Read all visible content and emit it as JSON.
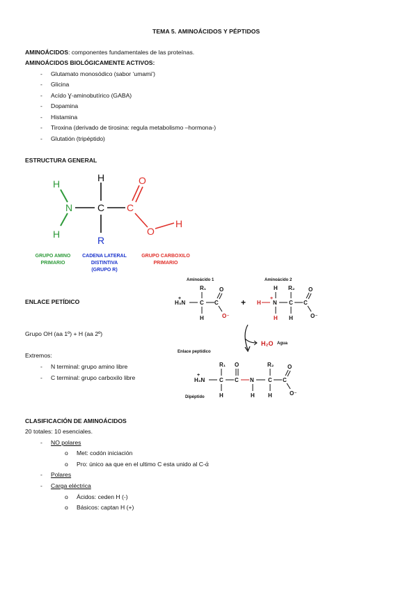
{
  "doc": {
    "title": "TEMA 5. AMINOÁCIDOS Y PÉPTIDOS",
    "def_term": "AMINOÁCIDOS",
    "def_text": ": componentes fundamentales de las proteínas.",
    "bio_heading": "AMINOÁCIDOS BIOLÓGICAMENTE ACTIVOS:",
    "bio_items": [
      "Glutamato monosódico (sabor ‘umami’)",
      "Glicina",
      "Acído Ɣ-aminobutírico (GABA)",
      "Dopamina",
      "Histamina",
      "Tiroxina (derivado de tirosina: regula metabolismo –hormona-)",
      "Glutatión (tripéptido)"
    ],
    "struct_heading": "ESTRUCTURA GENERAL",
    "enlace_heading": "ENLACE PETÍDICO",
    "enlace_text": "Grupo OH (aa 1º) + H (aa 2º)",
    "extremos_label": "Extremos:",
    "extremos_items": [
      "N terminal: grupo amino libre",
      "C terminal: grupo carboxilo libre"
    ],
    "clasif_heading": "CLASIFICACIÓN DE AMINOÁCIDOS",
    "clasif_sub": "20 totales: 10 esenciales.",
    "clasif_items": [
      "NO polares",
      "Polares",
      "Carga eléctrica"
    ],
    "nopolar_sub": [
      "Met: codón iniciación",
      "Pro: único aa que en el ultimo C esta unido al C-ά"
    ],
    "carga_sub": [
      "Ácidos: ceden H (-)",
      "Básicos: captan H (+)"
    ],
    "dash": "-",
    "bullet": "o"
  },
  "structure": {
    "atoms": {
      "H": "H",
      "N": "N",
      "C": "C",
      "R": "R",
      "O": "O"
    },
    "label_amino": [
      "GRUPO AMINO",
      "PRIMARIO"
    ],
    "label_cadena": [
      "CADENA LATERAL",
      "DISTINTIVA",
      "(GRUPO R)"
    ],
    "label_carboxilo": [
      "GRUPO CARBOXILO",
      "PRIMARIO"
    ],
    "colors": {
      "amino": "#2e9a3a",
      "cadena": "#1a33cc",
      "carboxilo": "#e0302a"
    }
  },
  "peptide": {
    "aa1_label": "Aminoácido 1",
    "aa2_label": "Aminoácido 2",
    "plus": "+",
    "h3n": "H₃N",
    "r1": "R₁",
    "r2": "R₂",
    "o_minus": "O⁻",
    "enlace_label": "Enlace peptídico",
    "h2o": "H₂O",
    "agua": "Agua",
    "dipeptido": "Dipéptido",
    "red": "#cc1a1a"
  }
}
